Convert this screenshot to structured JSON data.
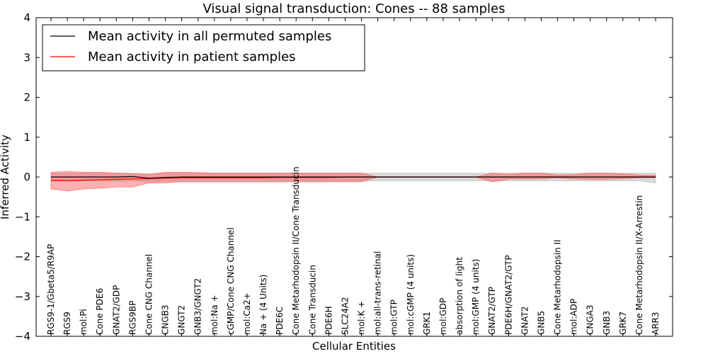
{
  "chart_data": {
    "type": "line",
    "title": "Visual signal transduction: Cones -- 88 samples",
    "xlabel": "Cellular Entities",
    "ylabel": "Inferred Activity",
    "ylim": [
      -4,
      4
    ],
    "yticks": [
      -4,
      -3,
      -2,
      -1,
      0,
      1,
      2,
      3,
      4
    ],
    "ytick_labels": [
      "−4",
      "−3",
      "−2",
      "−1",
      "0",
      "1",
      "2",
      "3",
      "4"
    ],
    "grid": false,
    "legend_position": "top-left",
    "categories": [
      "RGS9-1/Gbeta5/R9AP",
      "RGS9",
      "mol:Pi",
      "Cone PDE6",
      "GNAT2/GDP",
      "RGS9BP",
      "Cone CNG Channel",
      "CNGB3",
      "GNGT2",
      "GNB3/GNGT2",
      "mol:Na +",
      "cGMP/Cone CNG Channel",
      "mol:Ca2+",
      "Na + (4 Units)",
      "PDE6C",
      "Cone Metarhodopsin II/Cone Transducin",
      "Cone Transducin",
      "PDE6H",
      "SLC24A2",
      "mol:K +",
      "mol:all-trans-retinal",
      "mol:GTP",
      "mol:cGMP (4 units)",
      "GRK1",
      "mol:GDP",
      "absorption of light",
      "mol:GMP (4 units)",
      "GNAT2/GTP",
      "PDE6H/GNAT2/GTP",
      "GNAT2",
      "GNB5",
      "Cone Metarhodopsin II",
      "mol:ADP",
      "CNGA3",
      "GNB3",
      "GRK7",
      "Cone Metarhodopsin II/X-Arrestin",
      "ARR3"
    ],
    "series": [
      {
        "name": "Mean activity in all permuted samples",
        "color": "#000000",
        "band_color": "#bfbfbf",
        "values": [
          0.0,
          0.0,
          0.0,
          0.0,
          0.0,
          0.01,
          -0.03,
          -0.01,
          0.0,
          0.0,
          0.0,
          0.0,
          0.0,
          0.0,
          0.0,
          0.0,
          0.0,
          0.0,
          0.0,
          0.0,
          0.0,
          0.0,
          0.0,
          0.0,
          0.0,
          0.0,
          0.0,
          0.0,
          0.0,
          0.0,
          0.0,
          0.0,
          0.0,
          0.0,
          0.0,
          0.0,
          0.0,
          0.0
        ],
        "upper": [
          0.1,
          0.1,
          0.1,
          0.1,
          0.1,
          0.1,
          0.08,
          0.1,
          0.1,
          0.1,
          0.1,
          0.1,
          0.1,
          0.1,
          0.1,
          0.1,
          0.1,
          0.1,
          0.1,
          0.1,
          0.1,
          0.1,
          0.1,
          0.1,
          0.1,
          0.1,
          0.1,
          0.1,
          0.1,
          0.1,
          0.1,
          0.1,
          0.1,
          0.1,
          0.1,
          0.1,
          0.1,
          0.1
        ],
        "lower": [
          -0.1,
          -0.1,
          -0.1,
          -0.1,
          -0.1,
          -0.09,
          -0.13,
          -0.11,
          -0.1,
          -0.1,
          -0.1,
          -0.1,
          -0.1,
          -0.1,
          -0.1,
          -0.1,
          -0.1,
          -0.1,
          -0.1,
          -0.1,
          -0.1,
          -0.1,
          -0.1,
          -0.1,
          -0.1,
          -0.1,
          -0.1,
          -0.1,
          -0.1,
          -0.1,
          -0.1,
          -0.1,
          -0.1,
          -0.1,
          -0.1,
          -0.1,
          -0.1,
          -0.15
        ]
      },
      {
        "name": "Mean activity in patient samples",
        "color": "#ff0000",
        "band_color": "#ff5050",
        "values": [
          -0.08,
          -0.09,
          -0.08,
          -0.07,
          -0.06,
          -0.05,
          -0.04,
          -0.03,
          -0.02,
          -0.02,
          -0.02,
          -0.02,
          -0.02,
          -0.02,
          -0.01,
          -0.01,
          -0.01,
          -0.01,
          0.0,
          0.0,
          0.0,
          0.0,
          0.0,
          0.0,
          0.0,
          0.0,
          0.0,
          0.0,
          0.0,
          0.0,
          0.0,
          0.0,
          0.0,
          0.0,
          0.0,
          0.0,
          0.0,
          0.0
        ],
        "upper": [
          0.12,
          0.14,
          0.12,
          0.12,
          0.1,
          0.08,
          0.07,
          0.12,
          0.12,
          0.11,
          0.1,
          0.1,
          0.1,
          0.1,
          0.1,
          0.1,
          0.1,
          0.1,
          0.1,
          0.1,
          0.0,
          0.0,
          0.0,
          0.0,
          0.0,
          0.0,
          0.0,
          0.1,
          0.07,
          0.1,
          0.1,
          0.05,
          0.06,
          0.1,
          0.1,
          0.08,
          0.05,
          0.04
        ],
        "lower": [
          -0.3,
          -0.35,
          -0.3,
          -0.28,
          -0.25,
          -0.25,
          -0.15,
          -0.15,
          -0.12,
          -0.12,
          -0.12,
          -0.12,
          -0.12,
          -0.12,
          -0.12,
          -0.12,
          -0.12,
          -0.12,
          -0.12,
          -0.12,
          0.0,
          0.0,
          0.0,
          0.0,
          0.0,
          0.0,
          0.0,
          -0.12,
          -0.05,
          -0.05,
          -0.05,
          -0.02,
          -0.05,
          -0.06,
          -0.06,
          -0.04,
          -0.02,
          -0.02
        ]
      }
    ]
  }
}
